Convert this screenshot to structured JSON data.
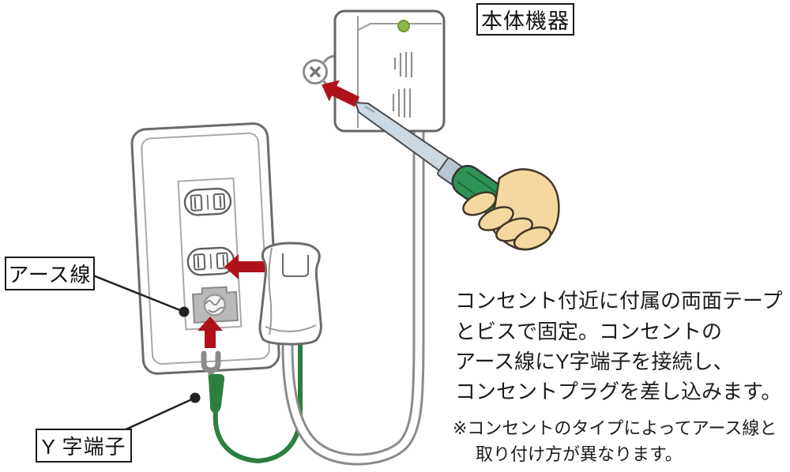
{
  "labels": {
    "main_unit": "本体機器",
    "earth_wire": "アース線",
    "y_terminal": "Y 字端子"
  },
  "instructions": {
    "lines": [
      "コンセント付近に付属の両面テープ",
      "とビスで固定。コンセントの",
      "アース線にY字端子を接続し、",
      "コンセントプラグを差し込みます。"
    ],
    "note_lines": [
      "※コンセントのタイプによってアース線と",
      "取り付け方が異なります。"
    ]
  },
  "icons": {
    "arrow_plug_to_socket": "left-arrow",
    "arrow_y_terminal_to_earth": "up-arrow",
    "arrow_screw_to_device": "up-left-arrow",
    "earth_screw": "screw-head",
    "mount_screw": "phillips-screw",
    "led": "status-led"
  },
  "colors": {
    "arrow_red": "#b0121c",
    "wire_green": "#2c7f3f",
    "led_green": "#8cb94c",
    "handle_green": "#2f9356",
    "hand_skin": "#f4d8a0",
    "cord_gray": "#8b8b8b",
    "outline_gray": "#6b6b6b",
    "terminal_gray": "#b9b9b9",
    "shaft_steel": "#ccd8e2",
    "leader_black": "#231f20"
  }
}
